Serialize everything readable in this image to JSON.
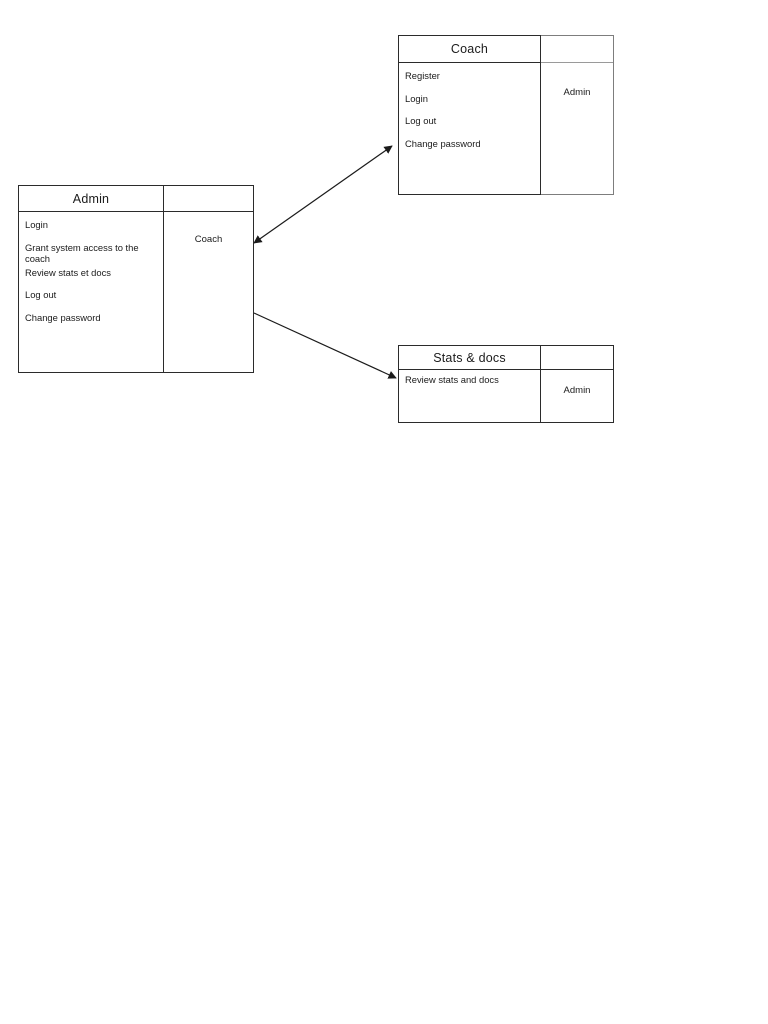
{
  "diagram": {
    "type": "class-diagram",
    "background": "#ffffff",
    "line_color": "#2b2b2b",
    "boxes": [
      {
        "id": "admin",
        "title": "Admin",
        "operations": [
          "Login",
          "Grant system access to the coach",
          "Review stats et docs",
          "Log out",
          "Change password"
        ],
        "side_label": "Coach"
      },
      {
        "id": "coach",
        "title": "Coach",
        "operations": [
          "Register",
          "Login",
          "Log out",
          "Change password"
        ],
        "side_label": "Admin"
      },
      {
        "id": "stats",
        "title": "Stats & docs",
        "operations": [
          "Review stats and docs"
        ],
        "side_label": "Admin"
      }
    ],
    "connectors": [
      {
        "id": "admin-coach",
        "from": "admin",
        "to": "coach",
        "arrowheads": "both"
      },
      {
        "id": "admin-stats",
        "from": "admin",
        "to": "stats",
        "arrowheads": "end"
      }
    ]
  }
}
